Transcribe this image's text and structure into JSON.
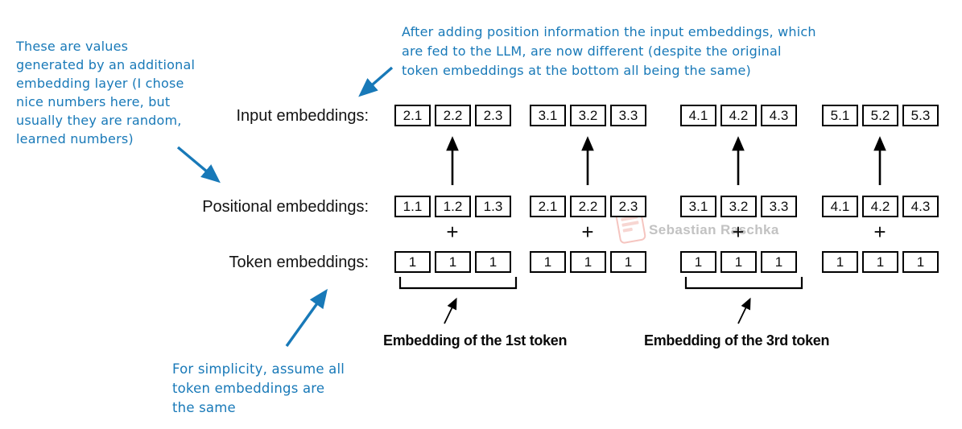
{
  "figure": {
    "rows": [
      {
        "id": "input",
        "label": "Input embeddings:",
        "groups": [
          [
            "2.1",
            "2.2",
            "2.3"
          ],
          [
            "3.1",
            "3.2",
            "3.3"
          ],
          [
            "4.1",
            "4.2",
            "4.3"
          ],
          [
            "5.1",
            "5.2",
            "5.3"
          ]
        ]
      },
      {
        "id": "positional",
        "label": "Positional embeddings:",
        "groups": [
          [
            "1.1",
            "1.2",
            "1.3"
          ],
          [
            "2.1",
            "2.2",
            "2.3"
          ],
          [
            "3.1",
            "3.2",
            "3.3"
          ],
          [
            "4.1",
            "4.2",
            "4.3"
          ]
        ]
      },
      {
        "id": "token",
        "label": "Token embeddings:",
        "groups": [
          [
            "1",
            "1",
            "1"
          ],
          [
            "1",
            "1",
            "1"
          ],
          [
            "1",
            "1",
            "1"
          ],
          [
            "1",
            "1",
            "1"
          ]
        ]
      }
    ],
    "plus_sign": "+",
    "captions": {
      "first_token": "Embedding of the 1st token",
      "third_token": "Embedding of the 3rd token"
    }
  },
  "annotations": {
    "top_left": {
      "lines": [
        "These are values",
        "generated by an additional",
        "embedding layer (I chose",
        "nice numbers here, but",
        "usually they are random,",
        "learned numbers)"
      ]
    },
    "top_right": {
      "lines": [
        "After adding position information the input embeddings, which",
        "are fed to the LLM, are now different (despite the original",
        "token embeddings at the bottom all being the same)"
      ]
    },
    "bottom_left": {
      "lines": [
        "For simplicity, assume all",
        "token embeddings are",
        "the same"
      ]
    }
  },
  "watermark": {
    "text": "Sebastian Raschka",
    "icon": "seal-stamp-icon"
  },
  "colors": {
    "annotation_blue": "#1879b8",
    "box_border": "#000000",
    "text_black": "#111111",
    "watermark_text": "#c2c2c2",
    "watermark_stamp": "#e15a4b",
    "background": "#ffffff"
  }
}
